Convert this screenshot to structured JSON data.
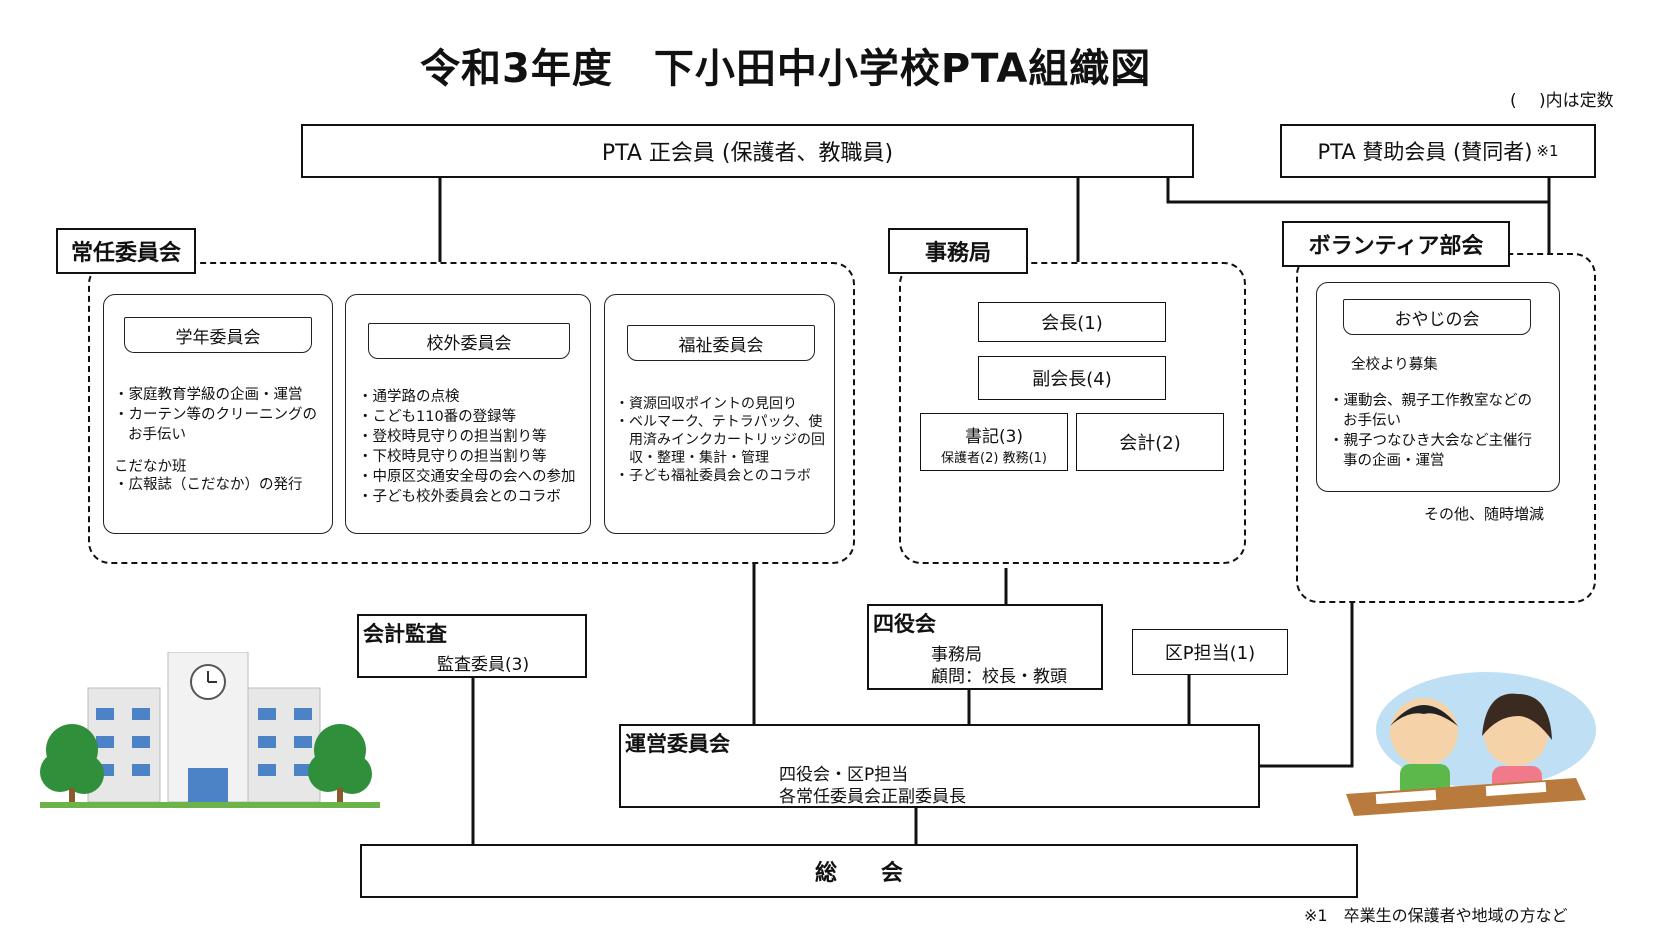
{
  "title": "令和3年度　下小田中小学校PTA組織図",
  "note_teisu": "(　 )内は定数",
  "footnote": "※1　卒業生の保護者や地域の方など",
  "regular_members": "PTA 正会員 (保護者、教職員)",
  "supporting_members": "PTA 賛助会員 (賛同者)",
  "supporting_mark": "※1",
  "joninkai": {
    "title": "常任委員会",
    "committees": [
      {
        "name": "学年委員会",
        "items": [
          "家庭教育学級の企画・運営",
          "カーテン等のクリーニングのお手伝い"
        ],
        "sub_title": "こだなか班",
        "sub_items": [
          "広報誌（こだなか）の発行"
        ]
      },
      {
        "name": "校外委員会",
        "items": [
          "通学路の点検",
          "こども110番の登録等",
          "登校時見守りの担当割り等",
          "下校時見守りの担当割り等",
          "中原区交通安全母の会への参加",
          "子ども校外委員会とのコラボ"
        ]
      },
      {
        "name": "福祉委員会",
        "items": [
          "資源回収ポイントの見回り",
          "ベルマーク、テトラパック、使用済みインクカートリッジの回収・整理・集計・管理",
          "子ども福祉委員会とのコラボ"
        ]
      }
    ]
  },
  "jimukyoku": {
    "title": "事務局",
    "kaicho": "会長(1)",
    "fukukaicho": "副会長(4)",
    "shoki": "書記(3)",
    "shoki_detail": "保護者(2) 教務(1)",
    "kaikei": "会計(2)"
  },
  "volunteer": {
    "title": "ボランティア部会",
    "club_name": "おやじの会",
    "recruit": "全校より募集",
    "items": [
      "運動会、親子工作教室などのお手伝い",
      "親子つなひき大会など主催行事の企画・運営"
    ],
    "other": "その他、随時増減"
  },
  "audit": {
    "title": "会計監査",
    "members": "監査委員(3)"
  },
  "yonyakukai": {
    "title": "四役会",
    "line1": "事務局",
    "line2": "顧問：校長・教頭"
  },
  "ku_p": "区P担当(1)",
  "unei": {
    "title": "運営委員会",
    "line1": "四役会・区P担当",
    "line2": "各常任委員会正副委員長"
  },
  "sokai": "総　　会"
}
